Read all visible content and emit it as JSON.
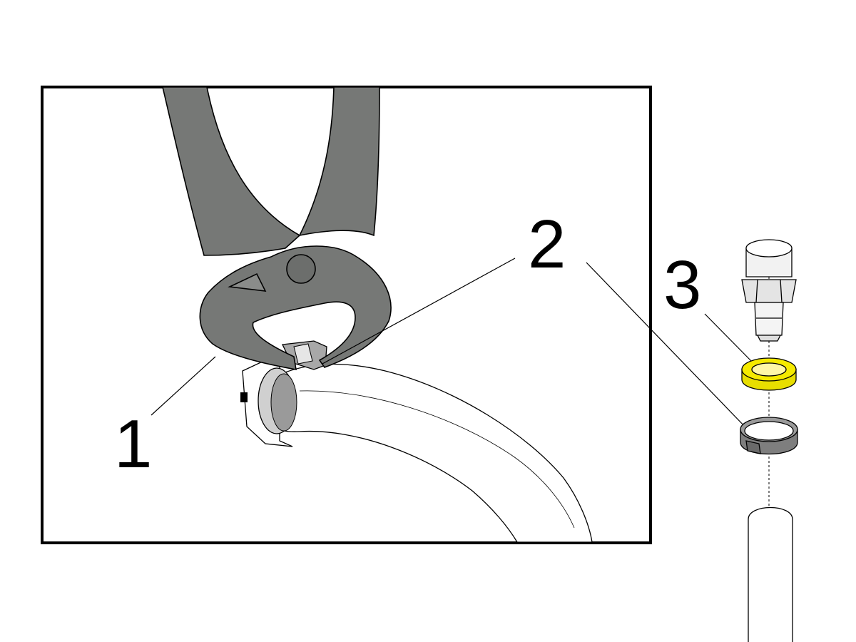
{
  "callouts": {
    "c1": "1",
    "c2": "2",
    "c3": "3"
  },
  "parts": {
    "tool": "pincer-pliers",
    "clamp": "ear-clamp",
    "seal": "sealing-washer",
    "fitting": "hose-connector",
    "hose": "hose"
  },
  "colors": {
    "tool": "#767876",
    "clamp": "#9c9c9c",
    "seal": "#f5ea00",
    "outline": "#000000",
    "background": "#ffffff"
  }
}
